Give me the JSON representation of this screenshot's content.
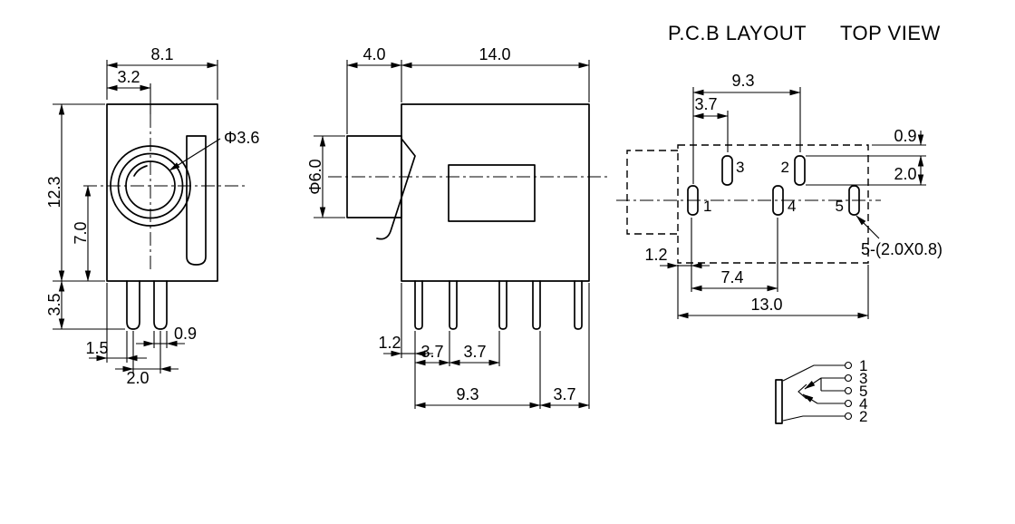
{
  "title": {
    "left": "P.C.B LAYOUT",
    "right": "TOP VIEW"
  },
  "front_view": {
    "width": "8.1",
    "center_offset": "3.2",
    "hole_dia": "Φ3.6",
    "height": "12.3",
    "axis_to_bottom": "7.0",
    "pin_length": "3.5",
    "pin_edge_offset": "1.5",
    "pin_width": "0.9",
    "pin_pitch": "2.0"
  },
  "side_view": {
    "barrel_length": "4.0",
    "body_length": "14.0",
    "barrel_dia": "Φ6.0",
    "pin_edge_offset": "1.2",
    "pitch_a": "3.7",
    "pitch_b": "3.7",
    "span": "9.3",
    "pitch_c": "3.7"
  },
  "pcb_layout": {
    "span_top": "9.3",
    "pad3_offset": "3.7",
    "row_offset": "0.9",
    "pad_length": "2.0",
    "edge_offset": "1.2",
    "span_mid": "7.4",
    "total_width": "13.0",
    "pad_spec": "5-(2.0X0.8)",
    "pad_numbers": {
      "p1": "1",
      "p2": "2",
      "p3": "3",
      "p4": "4",
      "p5": "5"
    }
  },
  "schematic": {
    "pins": [
      "1",
      "3",
      "5",
      "4",
      "2"
    ]
  }
}
